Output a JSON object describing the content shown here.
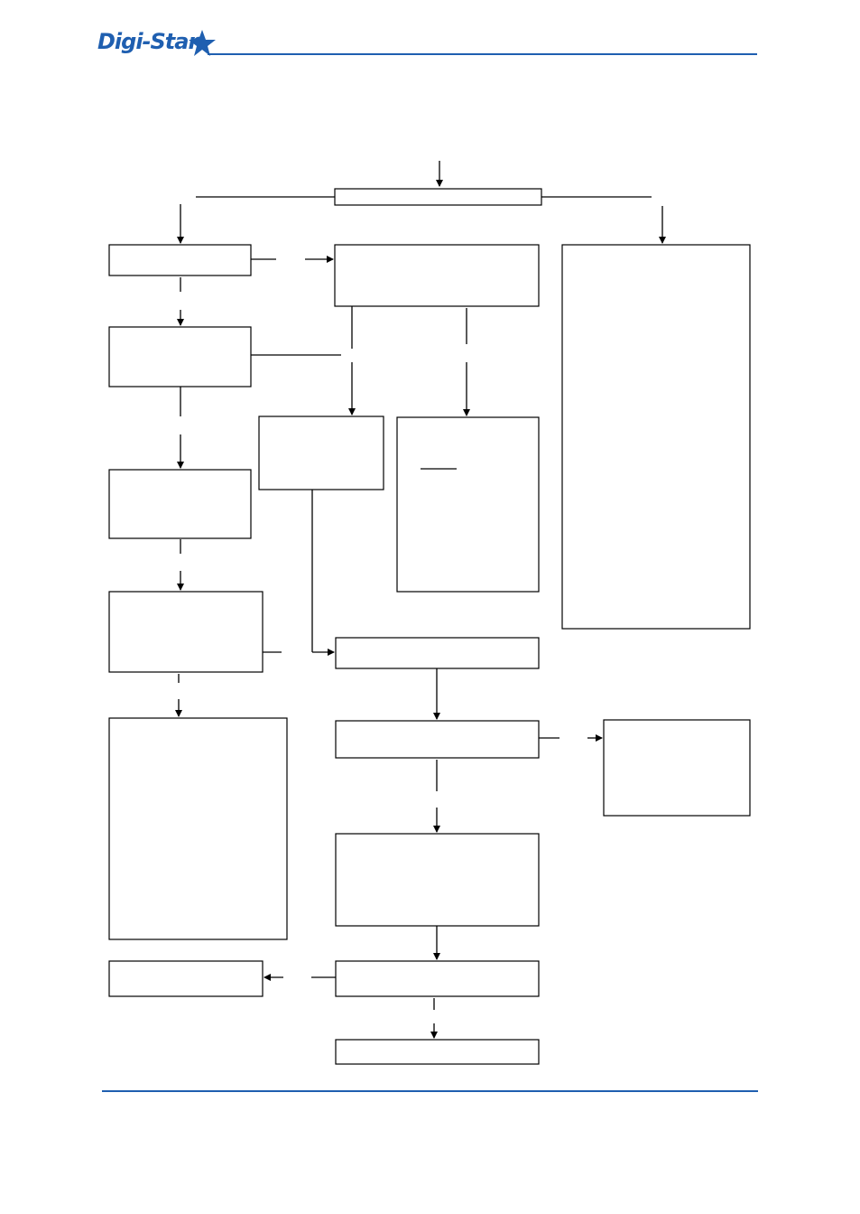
{
  "header": {
    "logo_text": "Digi-Star",
    "brand_color": "#1f5fb0"
  },
  "diagram": {
    "line_color": "#000000",
    "box_fill": "#ffffff",
    "nodes": [
      {
        "id": "top-bar"
      },
      {
        "id": "left-1"
      },
      {
        "id": "center-1"
      },
      {
        "id": "right-tall"
      },
      {
        "id": "left-2"
      },
      {
        "id": "center-small"
      },
      {
        "id": "center-right"
      },
      {
        "id": "left-3"
      },
      {
        "id": "left-4"
      },
      {
        "id": "center-2"
      },
      {
        "id": "left-tall"
      },
      {
        "id": "center-3"
      },
      {
        "id": "right-small"
      },
      {
        "id": "center-4"
      },
      {
        "id": "left-bottom"
      },
      {
        "id": "center-5"
      },
      {
        "id": "center-6"
      }
    ]
  }
}
